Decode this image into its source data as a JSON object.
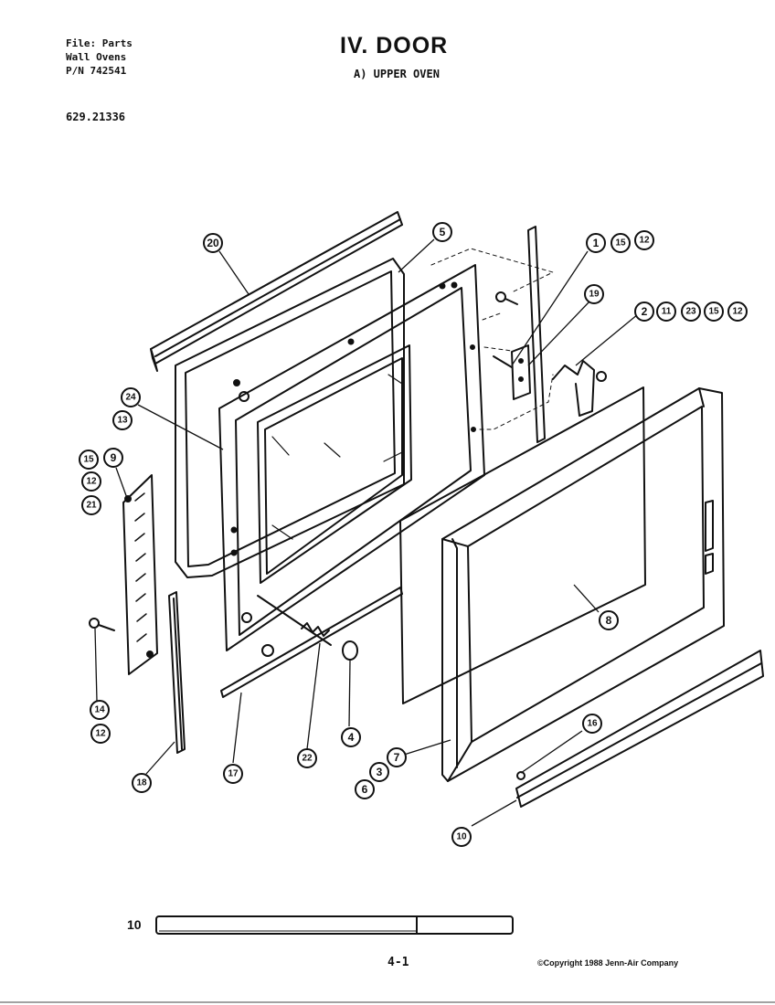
{
  "header": {
    "file_line": "File: Parts",
    "category_line": "Wall Ovens",
    "pn_line": "P/N 742541",
    "model_number": "629.21336",
    "title": "IV. DOOR",
    "subtitle": "A) UPPER OVEN"
  },
  "callouts": {
    "c20": "20",
    "c5": "5",
    "c1": "1",
    "c15a": "15",
    "c12a": "12",
    "c19": "19",
    "c2": "2",
    "c11": "11",
    "c23": "23",
    "c15b": "15",
    "c12b": "12",
    "c24": "24",
    "c13": "13",
    "c15c": "15",
    "c9": "9",
    "c12c": "12",
    "c21": "21",
    "c8": "8",
    "c14": "14",
    "c12d": "12",
    "c4": "4",
    "c7": "7",
    "c3": "3",
    "c6": "6",
    "c16": "16",
    "c17": "17",
    "c22": "22",
    "c18": "18",
    "c10": "10"
  },
  "footer": {
    "scale_label": "10",
    "page_number": "4-1",
    "copyright": "©Copyright 1988 Jenn-Air Company"
  }
}
